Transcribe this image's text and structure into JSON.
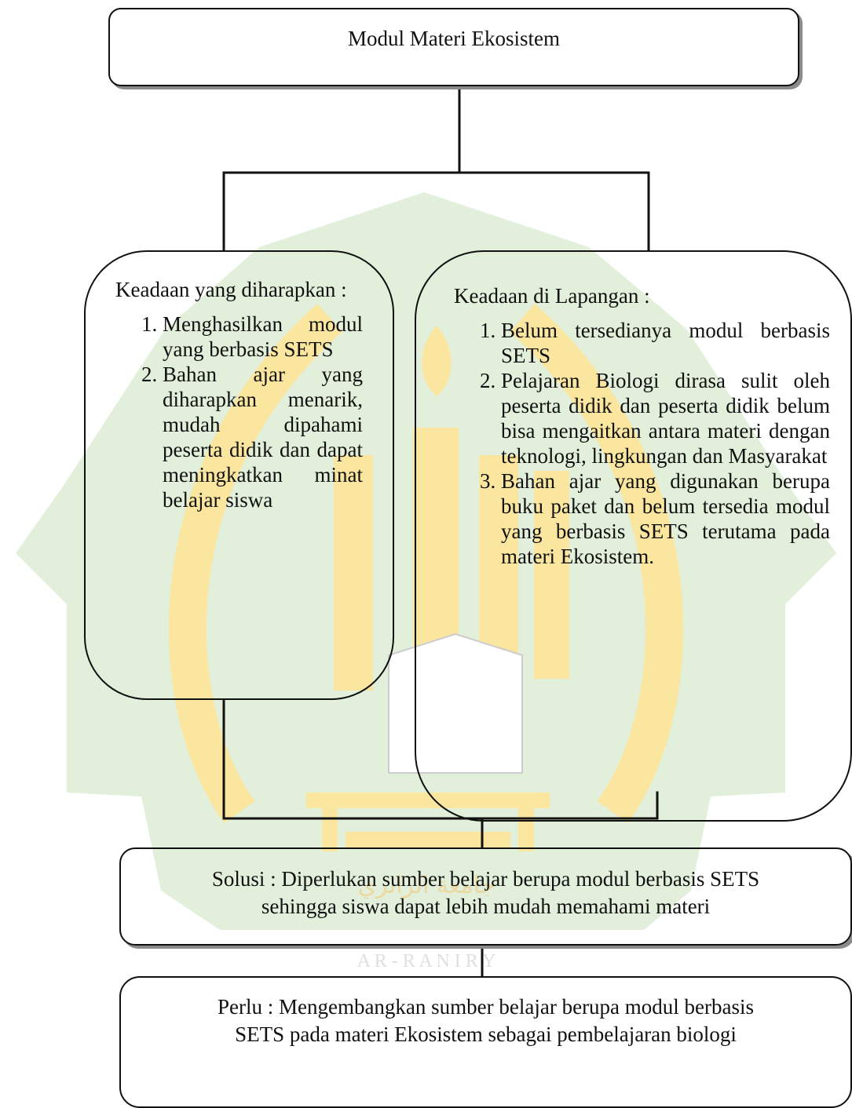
{
  "diagram": {
    "top": {
      "title": "Modul Materi Ekosistem"
    },
    "expected": {
      "heading": "Keadaan yang diharapkan :",
      "items": [
        "Menghasilkan modul yang berbasis SETS",
        "Bahan ajar yang diharapkan menarik, mudah dipahami peserta didik dan dapat meningkatkan minat belajar siswa"
      ]
    },
    "field": {
      "heading": "Keadaan di Lapangan :",
      "items": [
        "Belum tersedianya modul berbasis SETS",
        "Pelajaran Biologi dirasa sulit oleh peserta didik dan peserta didik belum bisa mengaitkan antara materi dengan teknologi, lingkungan dan Masyarakat",
        "Bahan ajar yang digunakan berupa buku paket dan belum tersedia modul yang berbasis SETS terutama pada materi Ekosistem."
      ]
    },
    "solution": {
      "line1": "Solusi : Diperlukan sumber belajar berupa modul berbasis SETS",
      "line2": "sehingga siswa dapat lebih mudah memahami materi"
    },
    "need": {
      "line1": "Perlu : Mengembangkan sumber belajar berupa modul berbasis",
      "line2": "SETS pada materi Ekosistem sebagai pembelajaran biologi"
    }
  },
  "watermark": {
    "text": "جامعة الرانري",
    "subtext": "A R - R A N I R Y",
    "colors": {
      "green": "#e2efdb",
      "yellow": "#fbe6a0"
    }
  }
}
